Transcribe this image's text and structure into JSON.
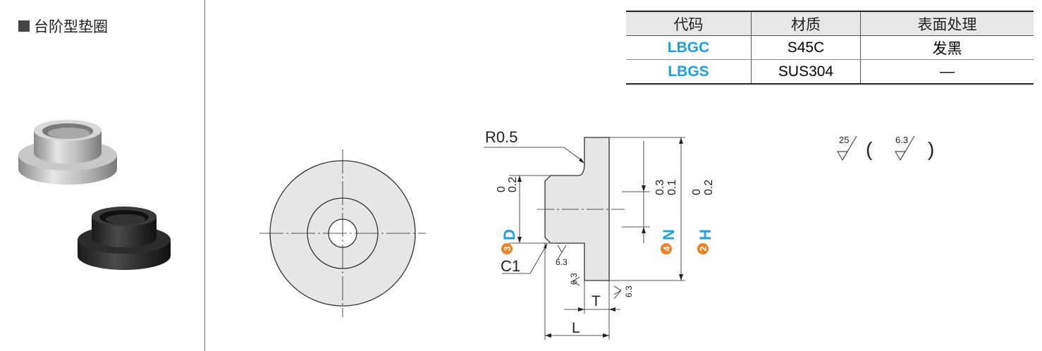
{
  "section_title": "台阶型垫圈",
  "table": {
    "headers": [
      "代码",
      "材质",
      "表面处理"
    ],
    "rows": [
      {
        "code": "LBGC",
        "material": "S45C",
        "finish": "发黑"
      },
      {
        "code": "LBGS",
        "material": "SUS304",
        "finish": "—"
      }
    ]
  },
  "drawing": {
    "radius_label": "R0.5",
    "chamfer_label": "C1",
    "dim_D": {
      "num": "3",
      "letter": "D",
      "upper": "0",
      "lower": "0.2"
    },
    "dim_N": {
      "num": "4",
      "letter": "N",
      "upper": "0.3",
      "lower": "0.1"
    },
    "dim_H": {
      "num": "2",
      "letter": "H",
      "upper": "0",
      "lower": "0.2"
    },
    "T_label": "T",
    "L_label": "L",
    "roughness_63": "6.3",
    "roughness_25": "25",
    "roughness_paren_open": "(",
    "roughness_paren_close": ")"
  },
  "colors": {
    "code_blue": "#1aa0e6",
    "badge_orange": "#f08020"
  }
}
